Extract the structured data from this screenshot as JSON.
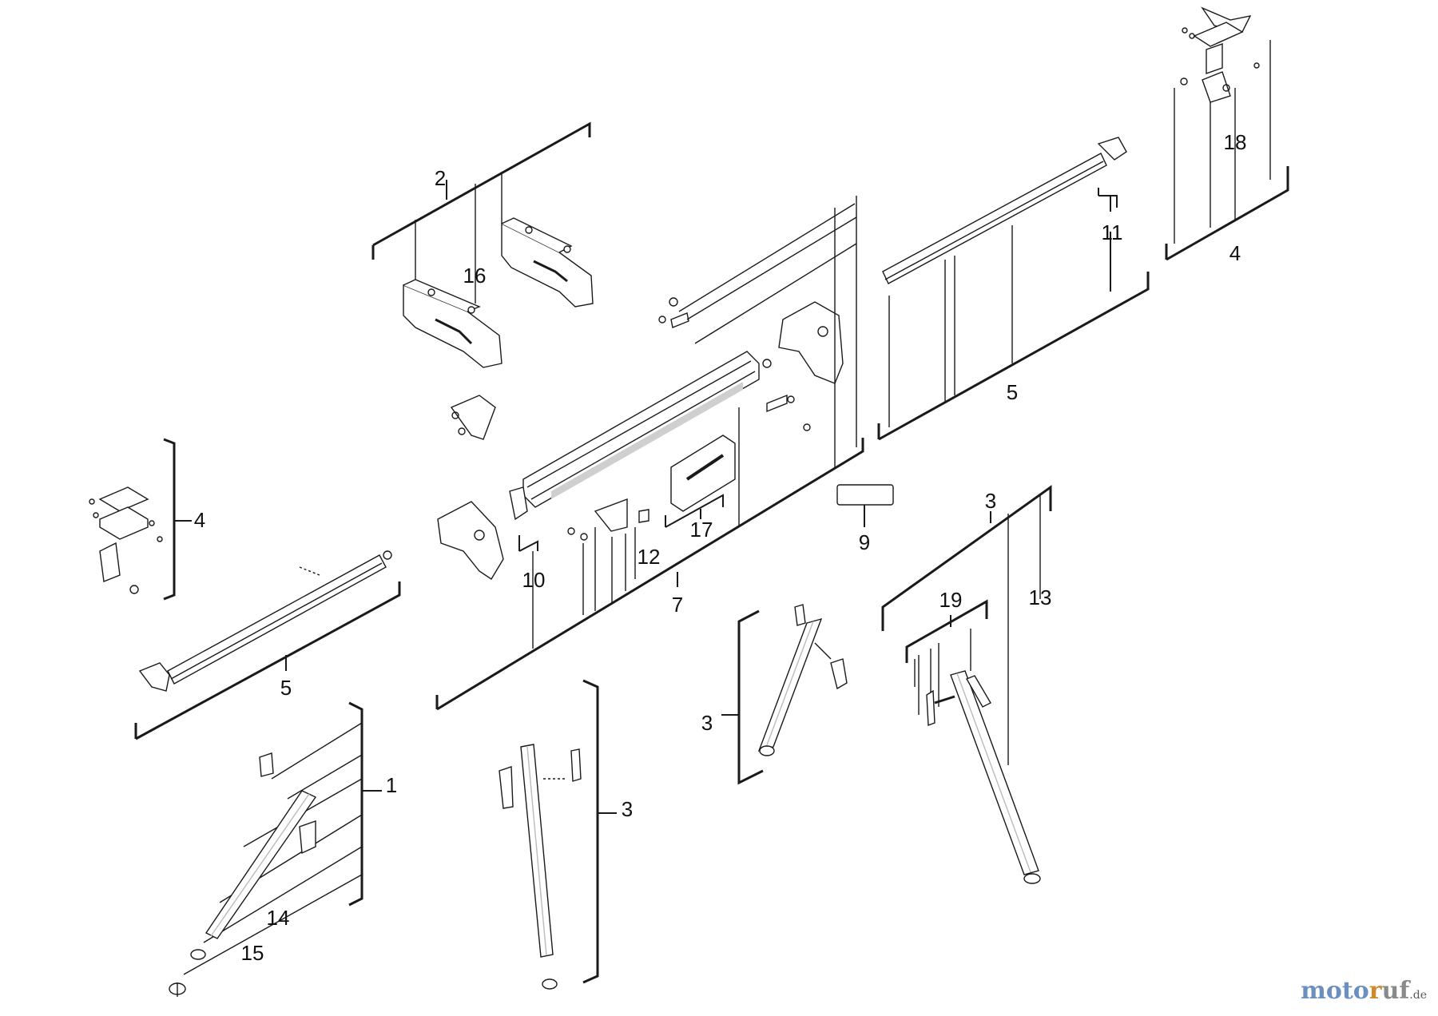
{
  "diagram": {
    "labels": {
      "p1": "1",
      "p2": "2",
      "p3a": "3",
      "p3b": "3",
      "p3c": "3",
      "p4a": "4",
      "p4b": "4",
      "p5a": "5",
      "p5b": "5",
      "p7": "7",
      "p9": "9",
      "p10": "10",
      "p11": "11",
      "p12": "12",
      "p13": "13",
      "p14": "14",
      "p15": "15",
      "p16": "16",
      "p17": "17",
      "p18": "18",
      "p19": "19"
    }
  },
  "watermark": {
    "moto": "moto",
    "r": "r",
    "uf": "uf",
    "tld": ".de"
  },
  "colors": {
    "line": "#1a1a1a",
    "part_fill": "#ffffff",
    "part_shade": "#cfcfcf"
  }
}
